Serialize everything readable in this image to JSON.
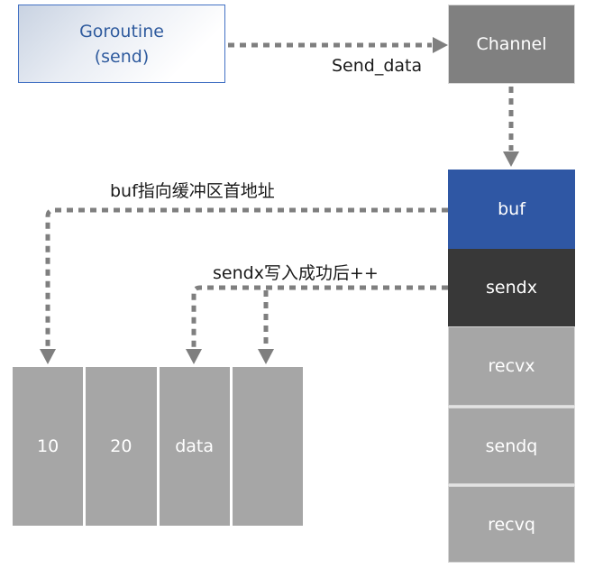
{
  "goroutine_box": {
    "line1": "Goroutine",
    "line2": "(send)"
  },
  "channel": {
    "label": "Channel"
  },
  "struct_fields": [
    {
      "label": "buf",
      "fill": "#2f57a4"
    },
    {
      "label": "sendx",
      "fill": "#383838"
    },
    {
      "label": "recvx",
      "fill": "#a6a6a6"
    },
    {
      "label": "sendq",
      "fill": "#a6a6a6"
    },
    {
      "label": "recvq",
      "fill": "#a6a6a6"
    }
  ],
  "annotations": {
    "send_data": "Send_data",
    "buf_note": "buf指向缓冲区首地址",
    "sendx_note": "sendx写入成功后++"
  },
  "buffer": {
    "cells": [
      "10",
      "20",
      "data",
      ""
    ]
  },
  "colors": {
    "connector": "#7f7f7f",
    "channel_fill": "#808080",
    "buf_fill": "#2f57a4",
    "sendx_fill": "#383838",
    "gray_fill": "#a6a6a6",
    "goroutine_border": "#4472c4",
    "goroutine_text": "#2f5b9e",
    "note_text": "#1a1a1a",
    "white_text": "#ffffff"
  }
}
